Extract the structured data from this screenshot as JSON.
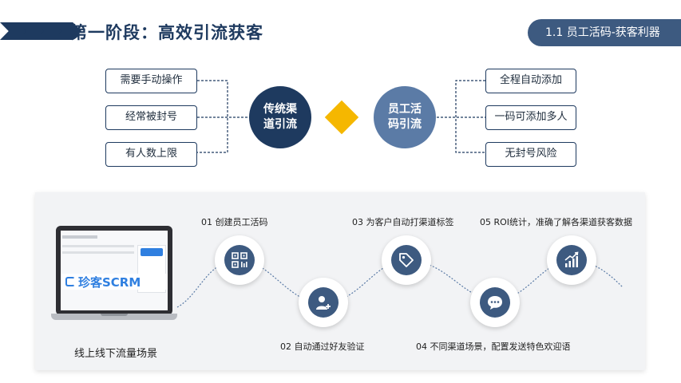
{
  "header": {
    "page_title": "第一阶段：高效引流获客",
    "section_tag": "1.1 员工活码-获客利器"
  },
  "comparison": {
    "traditional": {
      "label": "传统渠道引流",
      "issues": [
        "需要手动操作",
        "经常被封号",
        "有人数上限"
      ]
    },
    "live_code": {
      "label": "员工活码引流",
      "benefits": [
        "全程自动添加",
        "一码可添加多人",
        "无封号风险"
      ]
    },
    "colors": {
      "traditional": "#1e3a5f",
      "live_code": "#5b7ba6",
      "divider": "#f5b700"
    }
  },
  "process": {
    "laptop_caption": "线上线下流量场景",
    "laptop_brand": "珍客SCRM",
    "steps": [
      {
        "label": "01 创建员工活码",
        "icon": "qr-code-icon"
      },
      {
        "label": "02 自动通过好友验证",
        "icon": "add-user-icon"
      },
      {
        "label": "03 为客户自动打渠道标签",
        "icon": "tag-icon"
      },
      {
        "label": "04 不同渠道场景，配置发送特色欢迎语",
        "icon": "chat-bubble-icon"
      },
      {
        "label": "05 ROI统计，准确了解各渠道获客数据",
        "icon": "growth-chart-icon"
      }
    ]
  }
}
